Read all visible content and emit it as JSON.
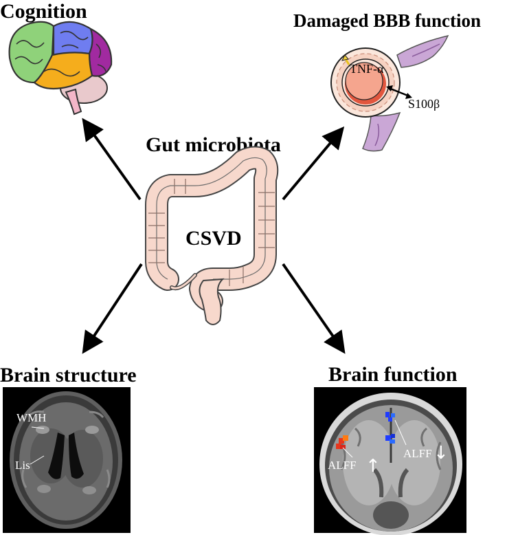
{
  "titles": {
    "cognition": "Cognition",
    "bbb": "Damaged BBB function",
    "gut": "Gut microbiota",
    "csvd": "CSVD",
    "brain_structure": "Brain structure",
    "brain_function": "Brain function"
  },
  "bbb_labels": {
    "tnf": "TNF-α",
    "s100": "S100β"
  },
  "mri_structure_labels": {
    "wmh": "WMH",
    "lis": "Lis"
  },
  "fmri_labels": {
    "alff_up": "ALFF",
    "alff_down": "ALFF",
    "up_arrow": "↑",
    "down_arrow": "↓"
  },
  "colors": {
    "colon_fill": "#f7d8cc",
    "vessel_red": "#e2563e",
    "activation_red": "#e8361c",
    "activation_blue": "#1f3cff"
  }
}
